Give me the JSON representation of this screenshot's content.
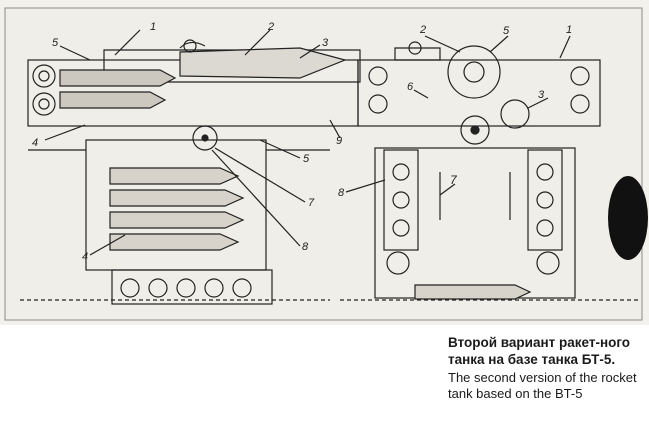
{
  "callouts": {
    "left": [
      "1",
      "2",
      "3",
      "4",
      "5",
      "4",
      "5",
      "7",
      "8",
      "9"
    ],
    "right": [
      "1",
      "2",
      "3",
      "5",
      "6",
      "7",
      "8"
    ]
  },
  "caption": {
    "ru": "Второй вариант ракет-ного танка на базе танка БТ-5.",
    "en": "The second version of the rocket tank based on the BT-5"
  }
}
